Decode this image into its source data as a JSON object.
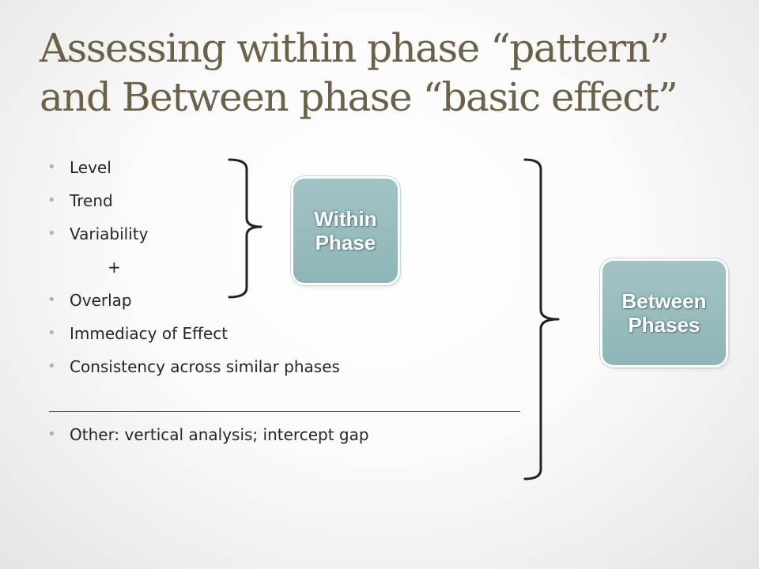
{
  "slide": {
    "title_line1": "Assessing within phase “pattern”",
    "title_line2": "and Between phase “basic effect”",
    "bullets": [
      "Level",
      "Trend",
      "Variability",
      "Overlap",
      "Immediacy of Effect",
      "Consistency across similar phases",
      "Other: vertical analysis; intercept gap"
    ],
    "plus": "+",
    "within_label": "Within\nPhase",
    "between_label": "Between\nPhases"
  },
  "colors": {
    "title": "#6b6149",
    "bullet_dot": "#a5b5b8",
    "box_fill": "#97babd",
    "box_text": "#ffffff"
  }
}
